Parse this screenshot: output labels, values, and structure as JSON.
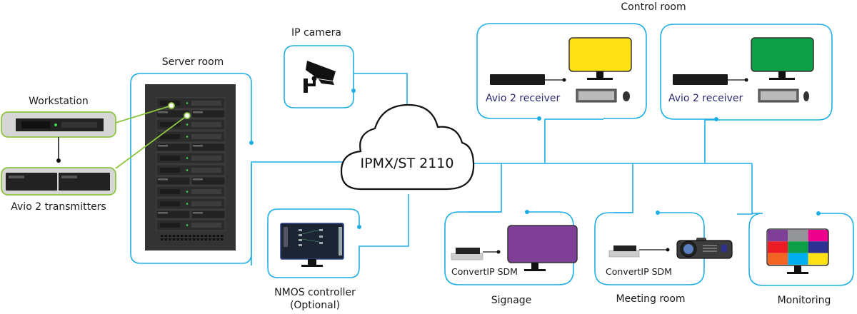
{
  "diagram": {
    "network": {
      "label": "IPMX/ST 2110"
    },
    "nodes": {
      "workstation": {
        "label": "Workstation"
      },
      "transmitters": {
        "label": "Avio 2 transmitters"
      },
      "server_room": {
        "label": "Server room"
      },
      "ip_camera": {
        "label": "IP camera"
      },
      "nmos": {
        "label_line1": "NMOS controller",
        "label_line2": "(Optional)"
      },
      "control_room": {
        "label": "Control room",
        "stations": [
          {
            "receiver_label": "Avio 2 receiver",
            "screen_color": "#ffe014"
          },
          {
            "receiver_label": "Avio 2 receiver",
            "screen_color": "#0c9f48"
          }
        ]
      },
      "signage": {
        "label": "Signage",
        "device_label": "ConvertIP SDM",
        "screen_color": "#7f3f98"
      },
      "meeting_room": {
        "label": "Meeting room",
        "device_label": "ConvertIP SDM"
      },
      "monitoring": {
        "label": "Monitoring",
        "multiview_colors": [
          "#7f3f98",
          "#939598",
          "#ec008c",
          "#ed1c24",
          "#0c9f48",
          "#2e3192",
          "#f26522",
          "#00aeef",
          "#ffe014"
        ]
      }
    },
    "colors": {
      "link": "#1eaee6",
      "workstation_link": "#8dc63f",
      "device_frame": "#8dc63f"
    }
  }
}
